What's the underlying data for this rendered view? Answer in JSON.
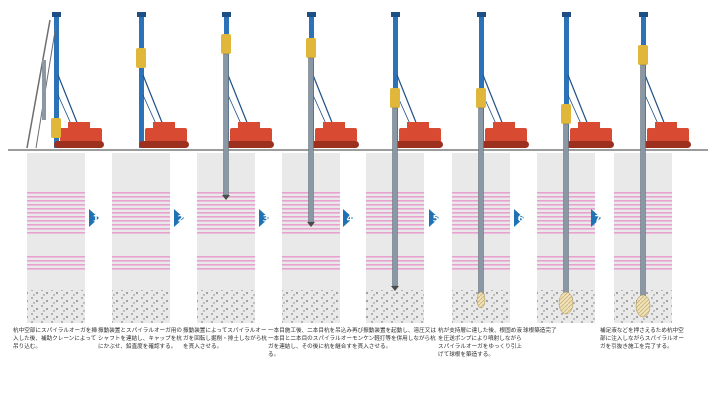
{
  "colors": {
    "ground_fill": "#e9e9e9",
    "hatch": "#e8a2cf",
    "gravel": "#7a7a7a",
    "mast": "#2b72b8",
    "mast_dark": "#1d4f86",
    "crane_body": "#d84a32",
    "crane_dark": "#9d2f1f",
    "pipe": "#8a97a5",
    "hammer": "#e0b63b",
    "arrow": "#1f73b5",
    "grout": "#e8d9a8"
  },
  "steps": [
    {
      "number": "",
      "caption": "杭中空部にスパイラルオーガを挿入した後、補助クレーンによって吊り込む。"
    },
    {
      "number": "1",
      "caption": "振動装置とスパイラルオーガ用のシャフトを連結し、キャップを杭にかぶせ、鉛直度を確認する。"
    },
    {
      "number": "2",
      "caption": "振動装置によってスパイラルオーガを回転し掘削・排土しながら杭を貫入させる。"
    },
    {
      "number": "3",
      "caption": "一本目施工後、二本目杭を吊込み一本目と二本目のスパイラルオーガを連結し、その後に杭を継合する。"
    },
    {
      "number": "4",
      "caption": "再び振動装置を起動し、溶圧又はモンケン軽打等を併用しながら杭を貫入させる。"
    },
    {
      "number": "5",
      "caption": "杭が支持層に達した後、根固め液を圧送ポンプにより噴射しながらスパイラルオーガをゆっくり引上げて球根を築造する。"
    },
    {
      "number": "6",
      "caption": "球根築造完了"
    },
    {
      "number": "7",
      "caption": "補足液などを押さえるため杭中空部に注入しながらスパイラルオーガを引抜き施工を完了する。"
    }
  ]
}
